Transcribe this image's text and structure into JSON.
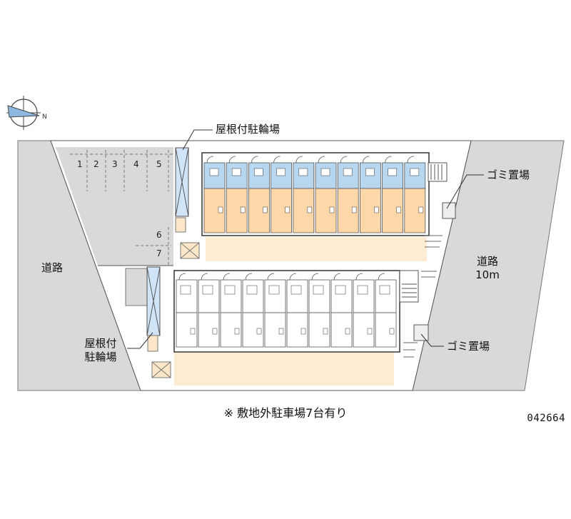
{
  "labels": {
    "road_left": "道路",
    "road_right": "道路",
    "road_right_width": "10m",
    "bicycle_top": "屋根付駐輪場",
    "bicycle_bottom_line1": "屋根付",
    "bicycle_bottom_line2": "駐輪場",
    "garbage_top": "ゴミ置場",
    "garbage_bottom": "ゴミ置場"
  },
  "parking_spaces": [
    "1",
    "2",
    "3",
    "4",
    "5",
    "6",
    "7"
  ],
  "footnote": "※ 敷地外駐車場7台有り",
  "map_id": "042664",
  "buildings": {
    "north_units": 10,
    "south_units": 10
  },
  "colors": {
    "road": "#d9d9d9",
    "unit_blue": "#b7d7f1",
    "unit_orange": "#fdd7a8",
    "yard": "#fdebd3",
    "bike_shelter": "#cfe4f7",
    "line": "#4a4a4a"
  }
}
